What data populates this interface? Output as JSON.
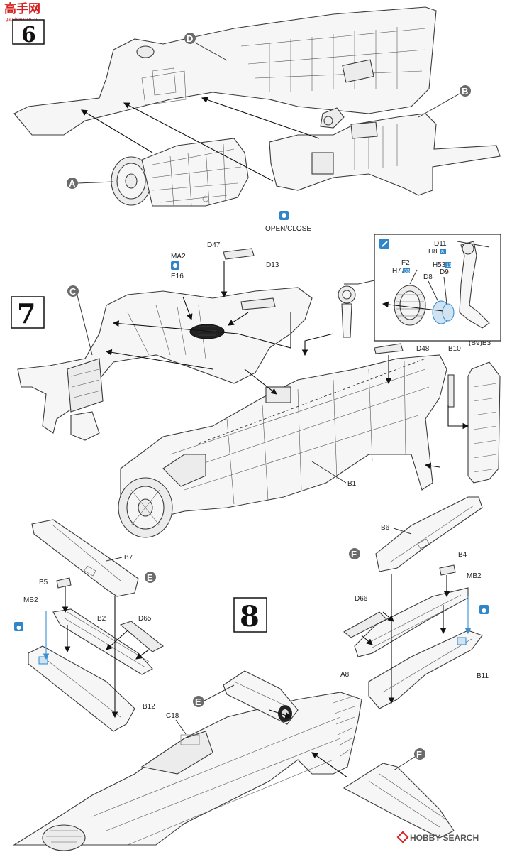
{
  "watermark_top": {
    "text": "高手网",
    "url": "gaoshou.com.cn"
  },
  "watermark_bottom": {
    "brand": "HOBBY SEARCH"
  },
  "steps": {
    "s6": "6",
    "s7": "7",
    "s8": "8"
  },
  "step6": {
    "callouts": {
      "A": "A",
      "B": "B",
      "D": "D"
    }
  },
  "step7": {
    "callouts": {
      "C": "C"
    },
    "open_close": "OPEN/CLOSE",
    "labels": {
      "d47": "D47",
      "ma2": "MA2",
      "e16": "E16",
      "d13": "D13",
      "d48": "D48",
      "b10": "B10",
      "b9b3": "(B9)B3",
      "b1": "B1"
    },
    "inset": {
      "d11": "D11",
      "d11_paint": [
        "H",
        "8",
        "8"
      ],
      "f2": "F2",
      "f2_paint": [
        "H",
        "77",
        "33"
      ],
      "d8": "D8",
      "d9": "D9",
      "d9_paint": [
        "H",
        "53",
        "13"
      ]
    }
  },
  "step8": {
    "callouts": {
      "E_left": "E",
      "F_right": "F",
      "E_bottom": "E",
      "F_bottom": "F"
    },
    "labels": {
      "b6": "B6",
      "b7": "B7",
      "b4": "B4",
      "mb2_right": "MB2",
      "b5": "B5",
      "mb2_left": "MB2",
      "b2": "B2",
      "d65": "D65",
      "d66": "D66",
      "a8": "A8",
      "b11": "B11",
      "b12": "B12",
      "c18": "C18"
    }
  },
  "colors": {
    "callout_fill": "#6b6b6b",
    "info_icon": "#2f86c8",
    "watermark_red": "#d81e1e"
  }
}
